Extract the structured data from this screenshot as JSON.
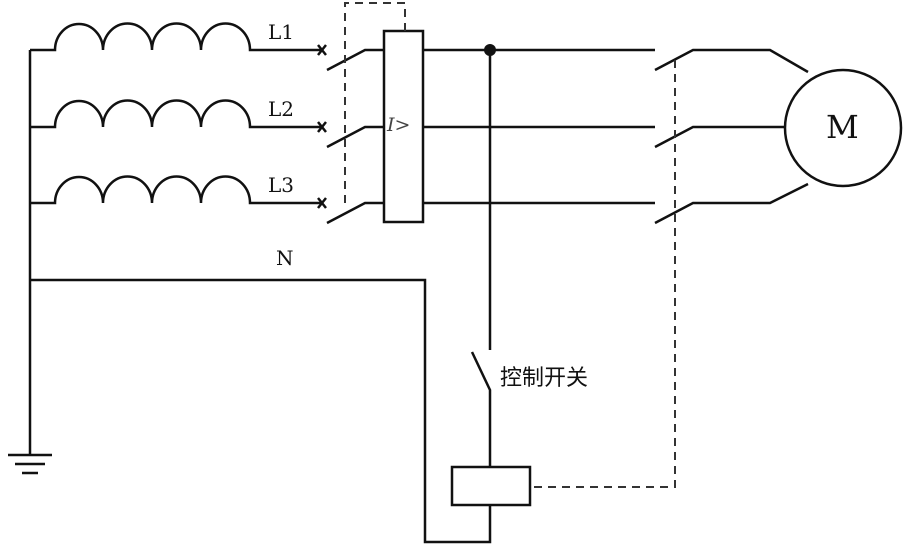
{
  "labels": {
    "phase1": "L1",
    "phase2": "L2",
    "phase3": "L3",
    "neutral": "N",
    "motor": "M",
    "overcurrent": "I>",
    "control_switch": "控制开关"
  }
}
